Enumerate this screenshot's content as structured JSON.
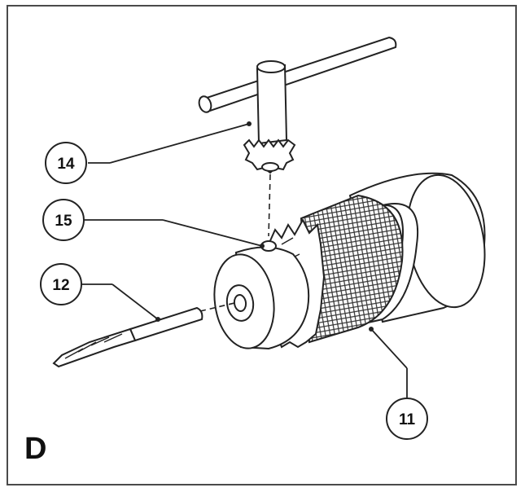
{
  "figure": {
    "panel_letter": "D",
    "callouts": [
      {
        "id": "callout-14",
        "label": "14"
      },
      {
        "id": "callout-15",
        "label": "15"
      },
      {
        "id": "callout-12",
        "label": "12"
      },
      {
        "id": "callout-11",
        "label": "11"
      }
    ]
  },
  "colors": {
    "line": "#222222",
    "frame": "#4a4a4a",
    "background": "#ffffff"
  }
}
